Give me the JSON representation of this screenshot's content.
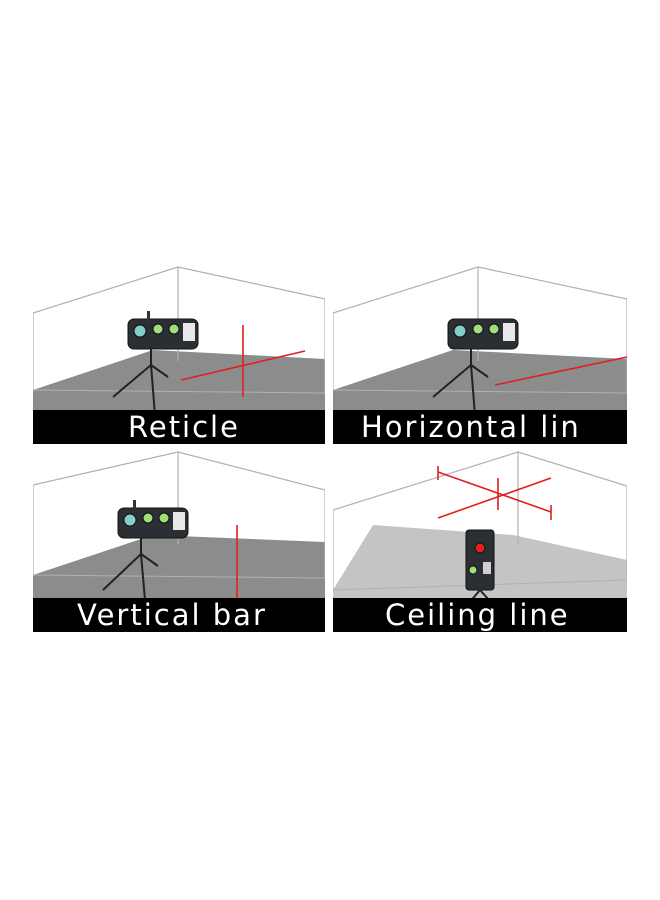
{
  "panels": [
    {
      "caption": "Reticle",
      "mode": "cross-hair"
    },
    {
      "caption": "Horizontal lin",
      "mode": "horizontal-line"
    },
    {
      "caption": "Vertical bar",
      "mode": "vertical-line"
    },
    {
      "caption": "Ceiling line",
      "mode": "ceiling-cross"
    }
  ],
  "colors": {
    "laser": "#e02020",
    "floor": "#8c8c8c",
    "caption_bg": "#000000",
    "caption_text": "#ffffff",
    "room_lines": "#b0b0b0"
  },
  "icons": [
    "laser-level-icon",
    "tripod-icon"
  ]
}
